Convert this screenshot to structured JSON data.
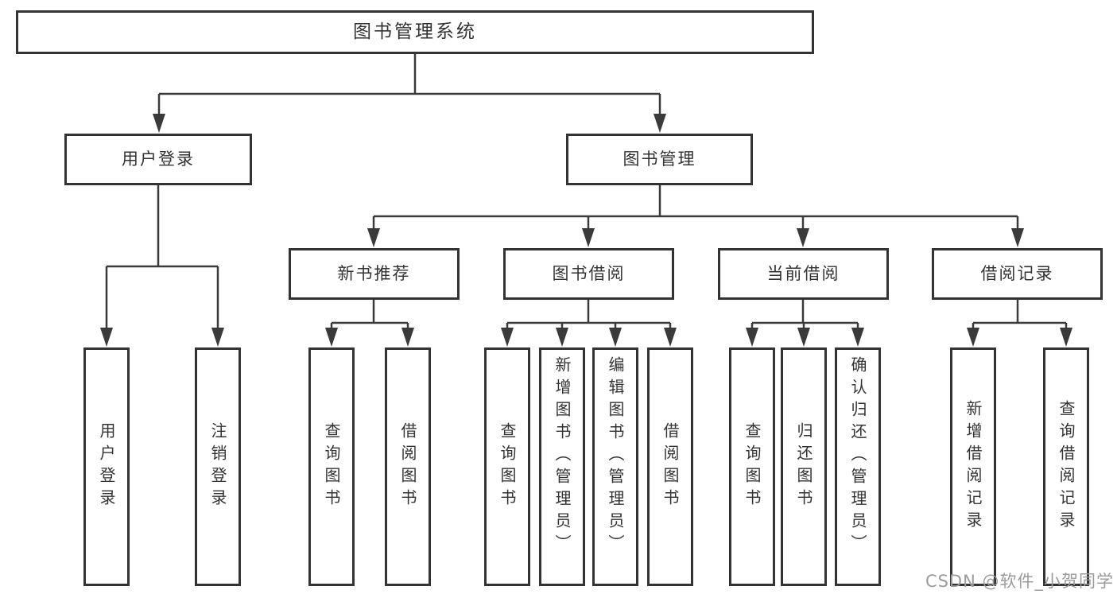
{
  "tree": {
    "label": "图书管理系统",
    "children": [
      {
        "label": "用户登录",
        "children": [
          {
            "label": "用户登录"
          },
          {
            "label": "注销登录"
          }
        ]
      },
      {
        "label": "图书管理",
        "children": [
          {
            "label": "新书推荐",
            "children": [
              {
                "label": "查询图书"
              },
              {
                "label": "借阅图书"
              }
            ]
          },
          {
            "label": "图书借阅",
            "children": [
              {
                "label": "查询图书"
              },
              {
                "label": "新增图书（管理员）"
              },
              {
                "label": "编辑图书（管理员）"
              },
              {
                "label": "借阅图书"
              }
            ]
          },
          {
            "label": "当前借阅",
            "children": [
              {
                "label": "查询图书"
              },
              {
                "label": "归还图书"
              },
              {
                "label": "确认归还（管理员）"
              }
            ]
          },
          {
            "label": "借阅记录",
            "children": [
              {
                "label": "新增借阅记录"
              },
              {
                "label": "查询借阅记录"
              }
            ]
          }
        ]
      }
    ]
  },
  "watermark": "CSDN @软件_小贺同学",
  "colors": {
    "line": "#3a3a3a",
    "box_border": "#333333",
    "text": "#333333",
    "background": "#ffffff",
    "watermark": "#9b9b9b"
  }
}
